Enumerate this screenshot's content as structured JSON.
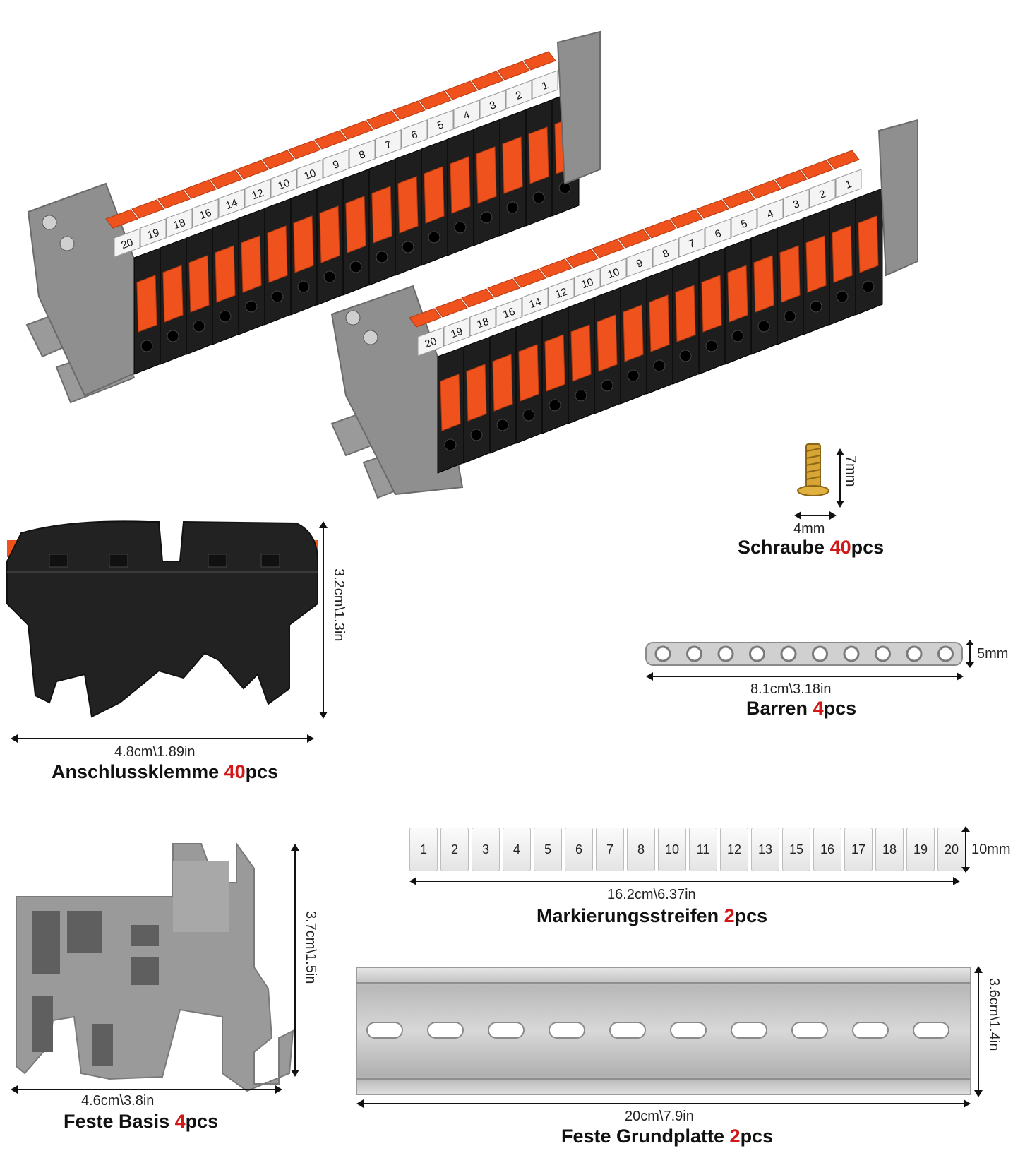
{
  "products": {
    "schraube": {
      "name": "Schraube",
      "qty": "40",
      "unit": "pcs",
      "dim_height": "7mm",
      "dim_width": "4mm"
    },
    "barren": {
      "name": "Barren",
      "qty": "4",
      "unit": "pcs",
      "dim_height": "5mm",
      "dim_length": "8.1cm\\3.18in"
    },
    "anschlussklemme": {
      "name": "Anschlussklemme",
      "qty": "40",
      "unit": "pcs",
      "dim_height": "3.2cm\\1.3in",
      "dim_width": "4.8cm\\1.89in"
    },
    "feste_basis": {
      "name": "Feste Basis",
      "qty": "4",
      "unit": "pcs",
      "dim_height": "3.7cm\\1.5in",
      "dim_width": "4.6cm\\3.8in"
    },
    "markierungsstreifen": {
      "name": "Markierungsstreifen",
      "qty": "2",
      "unit": "pcs",
      "dim_height": "10mm",
      "dim_length": "16.2cm\\6.37in",
      "labels": [
        "1",
        "2",
        "3",
        "4",
        "5",
        "6",
        "7",
        "8",
        "10",
        "11",
        "12",
        "13",
        "15",
        "16",
        "17",
        "18",
        "19",
        "20"
      ]
    },
    "feste_grundplatte": {
      "name": "Feste Grundplatte",
      "qty": "2",
      "unit": "pcs",
      "dim_height": "3.6cm\\1.4in",
      "dim_length": "20cm\\7.9in"
    }
  },
  "terminal_block_labels": [
    "1",
    "2",
    "3",
    "4",
    "5",
    "6",
    "7",
    "8",
    "9",
    "10",
    "10",
    "12",
    "14",
    "16",
    "18",
    "19",
    "20"
  ],
  "colors": {
    "accent_red": "#d01818",
    "terminal_orange": "#f0521e",
    "terminal_black": "#1e1e1e",
    "base_gray": "#8c8c8c",
    "rail_silver": "#c8c8c8"
  }
}
